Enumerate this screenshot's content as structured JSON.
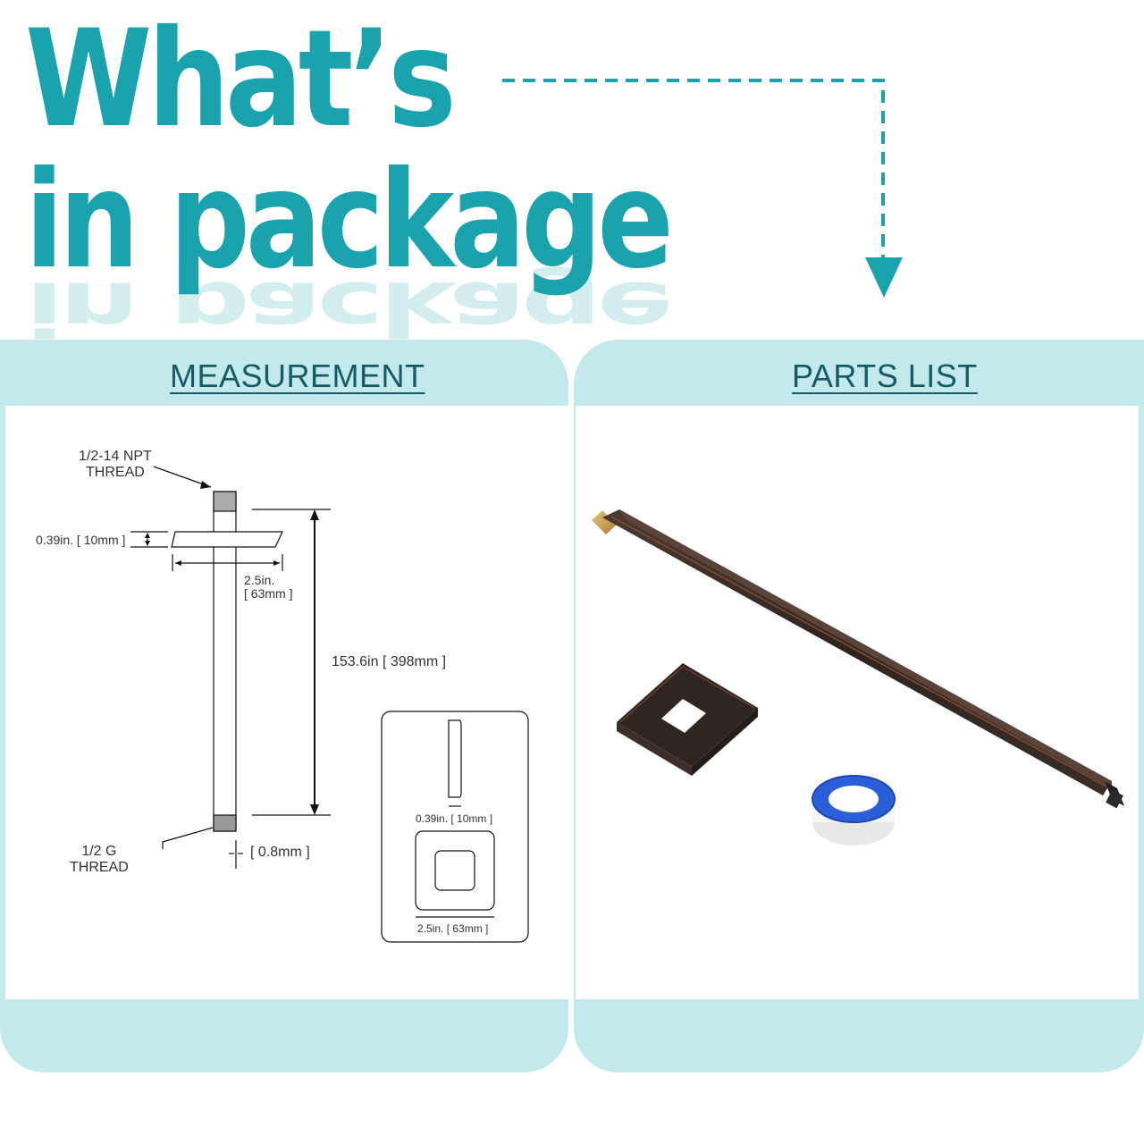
{
  "hero": {
    "title_line1": "What’s",
    "title_line2": "in package",
    "title_color": "#1aa3ad"
  },
  "measurement": {
    "heading": "MEASUREMENT",
    "npt_label_line1": "1/2-14 NPT",
    "npt_label_line2": "THREAD",
    "g_label_line1": "1/2 G",
    "g_label_line2": "THREAD",
    "flange_thickness": "0.39in. [ 10mm ]",
    "flange_width_line1": "2.5in.",
    "flange_width_line2": "[ 63mm ]",
    "arm_length": "153.6in [ 398mm ]",
    "wall_thickness": "[ 0.8mm ]",
    "inset_thickness": "0.39in. [ 10mm ]",
    "inset_width": "2.5in. [ 63mm ]"
  },
  "parts": {
    "heading": "PARTS LIST",
    "items": [
      "shower-arm",
      "square-flange",
      "thread-seal-tape"
    ]
  },
  "colors": {
    "panel_bg": "#c4e9ec",
    "heading_text": "#135c66",
    "bronze": "#3a2e28",
    "tape_blue": "#2b5fd9"
  }
}
